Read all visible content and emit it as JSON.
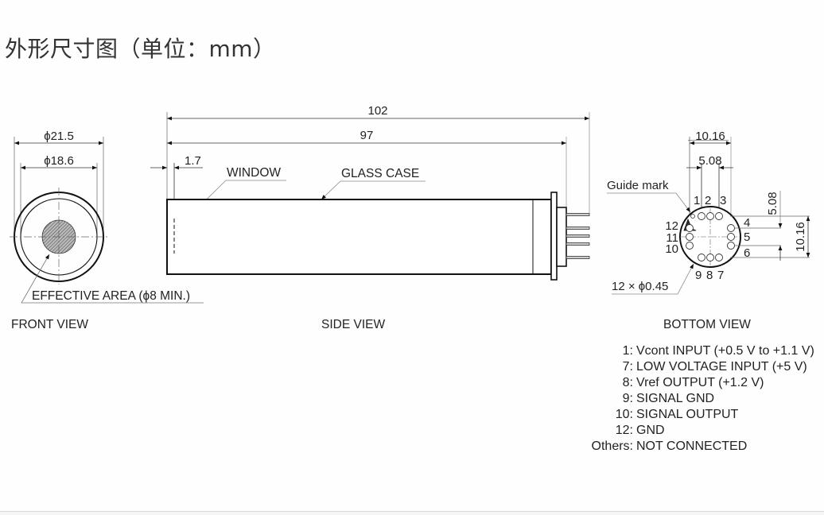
{
  "title": "外形尺寸图（单位：mm）",
  "units": "mm",
  "front_view": {
    "caption": "FRONT VIEW",
    "outer_diameter_label": "ϕ21.5",
    "inner_diameter_label": "ϕ18.6",
    "effective_area_label": "EFFECTIVE AREA (ϕ8 MIN.)"
  },
  "side_view": {
    "caption": "SIDE VIEW",
    "overall_length_label": "102",
    "body_length_label": "97",
    "window_offset_label": "1.7",
    "window_label": "WINDOW",
    "glass_case_label": "GLASS CASE"
  },
  "bottom_view": {
    "caption": "BOTTOM VIEW",
    "guide_mark_label": "Guide mark",
    "pitch_outer_label": "10.16",
    "pitch_inner_label": "5.08",
    "vertical_pitch_inner_label": "5.08",
    "vertical_pitch_outer_label": "10.16",
    "pin_spec_label": "12 × ϕ0.45",
    "pin_numbers": {
      "top": [
        "1",
        "2",
        "3"
      ],
      "right": [
        "4",
        "5",
        "6"
      ],
      "bottom": [
        "9",
        "8",
        "7"
      ],
      "left": [
        "12",
        "11",
        "10"
      ]
    }
  },
  "pin_assignments": [
    {
      "pin": "1:",
      "desc": "Vcont INPUT (+0.5 V to +1.1 V)"
    },
    {
      "pin": "7:",
      "desc": "LOW VOLTAGE INPUT (+5 V)"
    },
    {
      "pin": "8:",
      "desc": "Vref OUTPUT (+1.2 V)"
    },
    {
      "pin": "9:",
      "desc": "SIGNAL GND"
    },
    {
      "pin": "10:",
      "desc": "SIGNAL OUTPUT"
    },
    {
      "pin": "12:",
      "desc": "GND"
    },
    {
      "pin": "Others:",
      "desc": "NOT CONNECTED"
    }
  ]
}
